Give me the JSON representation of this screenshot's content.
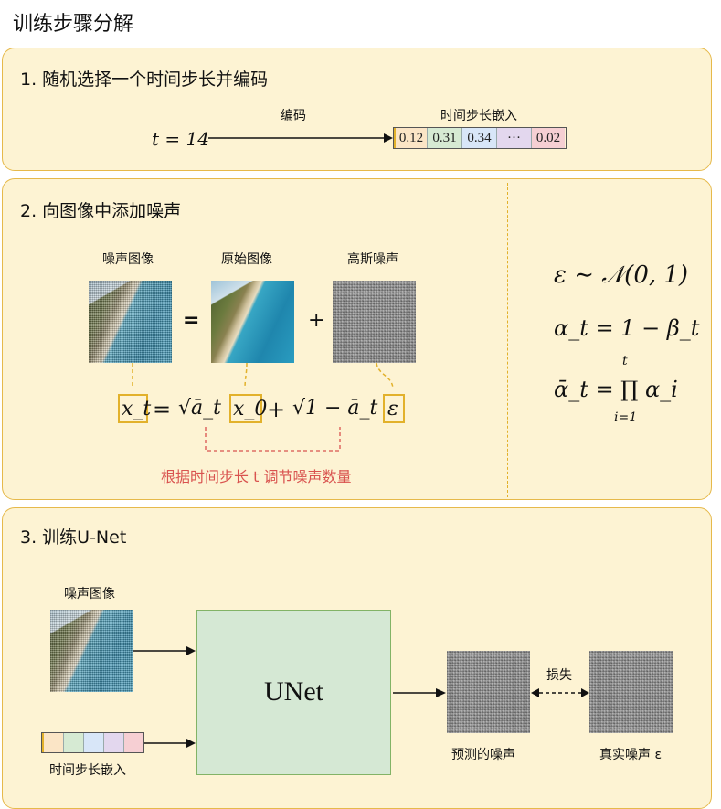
{
  "page_title": "训练步骤分解",
  "section1": {
    "title": "1. 随机选择一个时间步长并编码",
    "t_label": "t = 14",
    "arrow_label": "编码",
    "embedding_label": "时间步长嵌入",
    "embedding_values": [
      "0.12",
      "0.31",
      "0.34",
      "···",
      "0.02"
    ],
    "embedding_colors": [
      "#fbe5c6",
      "#d6ead3",
      "#d8e6f8",
      "#e3d7ee",
      "#f6cfd3"
    ]
  },
  "section2": {
    "title": "2. 向图像中添加噪声",
    "noisy_label": "噪声图像",
    "original_label": "原始图像",
    "gauss_label": "高斯噪声",
    "equals": "=",
    "plus": "+",
    "formula": {
      "x_t": "x_t",
      "eq": "=",
      "sqrt_abar": "√ā_t",
      "x_0": "x_0",
      "plus": "+",
      "sqrt_one_minus": "√1 − ā_t",
      "eps": "ε"
    },
    "note": "根据时间步长 t 调节噪声数量",
    "side_formulas": {
      "eps_dist": "ε ∼ 𝒩(0, 1)",
      "alpha": "α_t = 1 − β_t",
      "alpha_bar": "ᾱ_t = ∏ α_i",
      "prod_upper": "t",
      "prod_lower": "i=1"
    }
  },
  "section3": {
    "title": "3. 训练U-Net",
    "noisy_label": "噪声图像",
    "embedding_label": "时间步长嵌入",
    "embedding_colors": [
      "#fbe5c6",
      "#d6ead3",
      "#d8e6f8",
      "#e3d7ee",
      "#f6cfd3"
    ],
    "unet_label": "UNet",
    "predicted_label": "预测的噪声",
    "loss_label": "损失",
    "true_label": "真实噪声 ε"
  },
  "colors": {
    "panel_bg": "#fdf3d3",
    "panel_border": "#e6b94a",
    "highlight": "#e2b12b",
    "note": "#d9534f",
    "unet_fill": "#d5e8d4",
    "unet_border": "#82b366"
  }
}
